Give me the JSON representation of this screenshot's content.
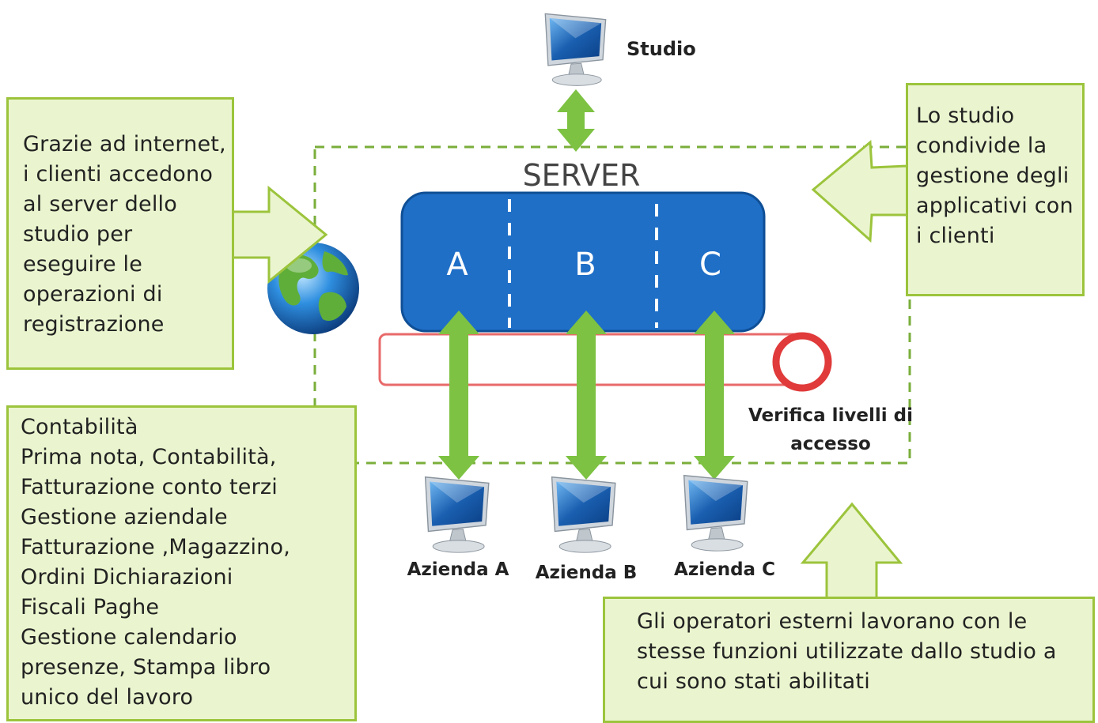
{
  "labels": {
    "studio": "Studio",
    "server": "SERVER",
    "partitions": [
      "A",
      "B",
      "C"
    ],
    "verifica": "Verifica livelli di\naccesso",
    "aziende": [
      "Azienda A",
      "Azienda B",
      "Azienda C"
    ]
  },
  "callouts": {
    "internet": "Grazie ad internet,\n i clienti accedono\nal server dello\nstudio per\neseguire le\noperazioni di\nregistrazione",
    "studio": "Lo studio\ncondivide la\ngestione degli\napplicativi con\ni clienti",
    "modules": "Contabilità\nPrima nota, Contabilità,\nFatturazione conto terzi\nGestione aziendale\nFatturazione ,Magazzino,\nOrdini Dichiarazioni\nFiscali Paghe\nGestione calendario\npresenze, Stampa libro\nunico del lavoro",
    "operators": "Gli operatori esterni lavorano con le\nstesse funzioni utilizzate dallo studio a\ncui sono stati abilitati"
  },
  "colors": {
    "callout_fill": "#eaf5cf",
    "callout_border": "#9cc43c",
    "arrow_green": "#7dc242",
    "server_blue": "#1f6fc7",
    "access_red": "#e03a3a",
    "dashed_green": "#7aae3a"
  }
}
